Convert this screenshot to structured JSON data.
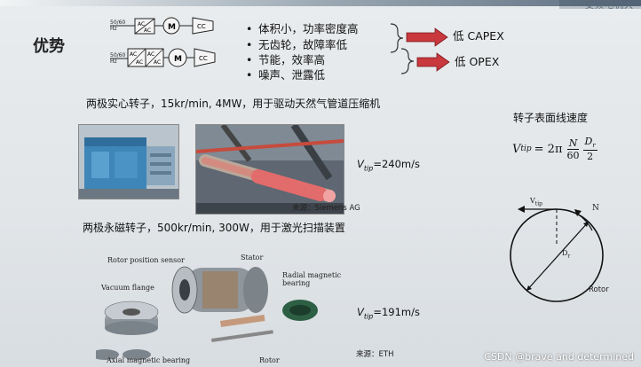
{
  "header": {
    "corner_text": "变频电机大"
  },
  "section": {
    "title": "优势"
  },
  "diagram": {
    "row1": {
      "supply": "50/60\nHz",
      "converter": "AC\nAC",
      "motor": "M",
      "compressor": "CC"
    },
    "row2": {
      "supply": "50/60\nHz",
      "converter1": "AC\nAC",
      "converter2": "AC\nAC",
      "motor": "M",
      "compressor": "CC"
    }
  },
  "features": [
    "体积小，功率密度高",
    "无齿轮，故障率低",
    "节能，效率高",
    "噪声、泄露低"
  ],
  "outcomes": [
    "低 CAPEX",
    "低 OPEX"
  ],
  "example1": {
    "heading": "两极实心转子，15kr/min, 4MW，用于驱动天然气管道压缩机",
    "photo_caption": "来源：Siemens AG",
    "vtip_text": "=240m/s"
  },
  "example2": {
    "heading": "两极永磁转子，500kr/min, 300W，用于激光扫描装置",
    "labels": [
      "Rotor position sensor",
      "Stator",
      "Radial magnetic\nbearing",
      "Vacuum flange",
      "Axial magnetic bearing",
      "Rotor"
    ],
    "source": "来源：ETH",
    "vtip_text": "=191m/s"
  },
  "formula": {
    "title": "转子表面线速度",
    "lhs": "V",
    "lhs_sub": "tip",
    "eq": "= 2π",
    "num1": "N",
    "den1": "60",
    "num2": "D",
    "num2_sub": "r",
    "den2": "2"
  },
  "rotor_diagram": {
    "vtip_label": "V",
    "vtip_sub": "tip",
    "n_label": "N",
    "dr_label": "D",
    "dr_sub": "r",
    "rotor_label": "Rotor"
  },
  "vtip_symbol": {
    "v": "V",
    "sub": "tip"
  },
  "watermark": "CSDN @brave and determined"
}
